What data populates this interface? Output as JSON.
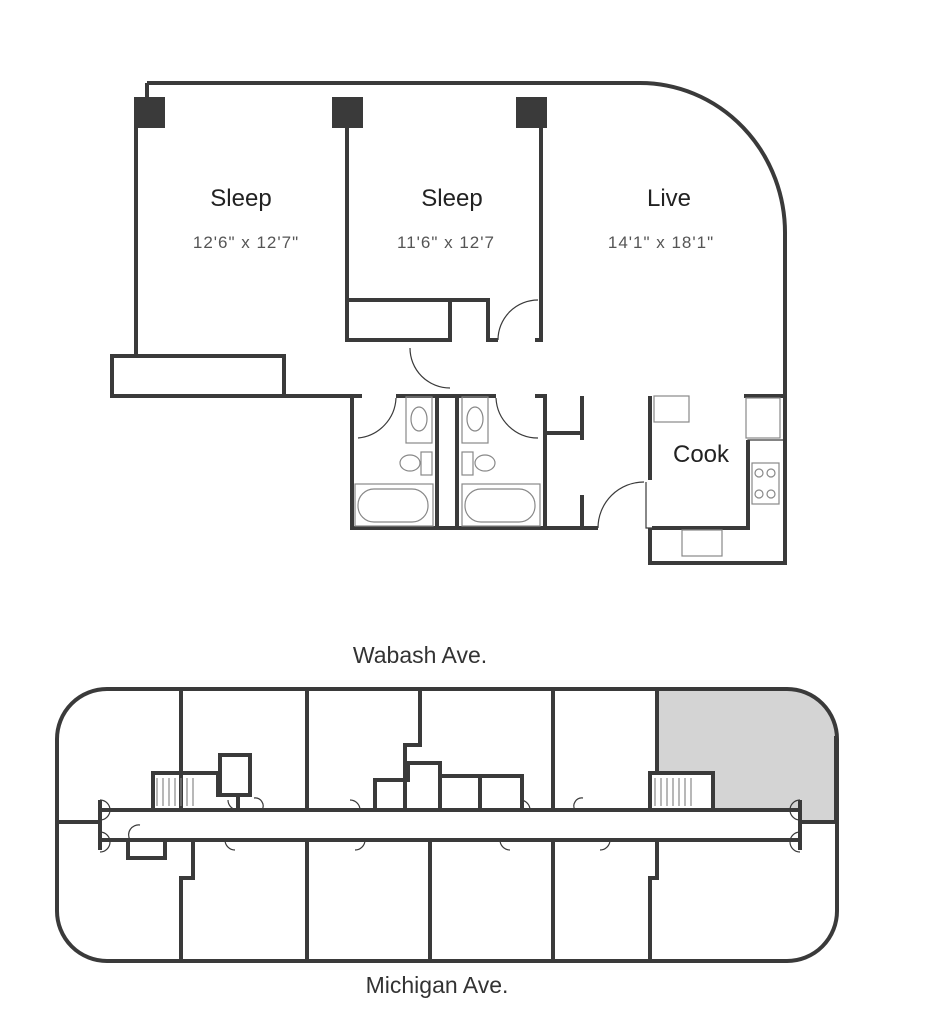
{
  "unit_plan": {
    "rooms": [
      {
        "name": "Sleep",
        "size": "12'6\" x 12'7\""
      },
      {
        "name": "Sleep",
        "size": "11'6\" x 12'7"
      },
      {
        "name": "Live",
        "size": "14'1\" x 18'1\""
      },
      {
        "name": "Cook"
      }
    ]
  },
  "key_plan": {
    "street_top": "Wabash Ave.",
    "street_bottom": "Michigan Ave.",
    "highlight_color": "#d4d4d4"
  }
}
